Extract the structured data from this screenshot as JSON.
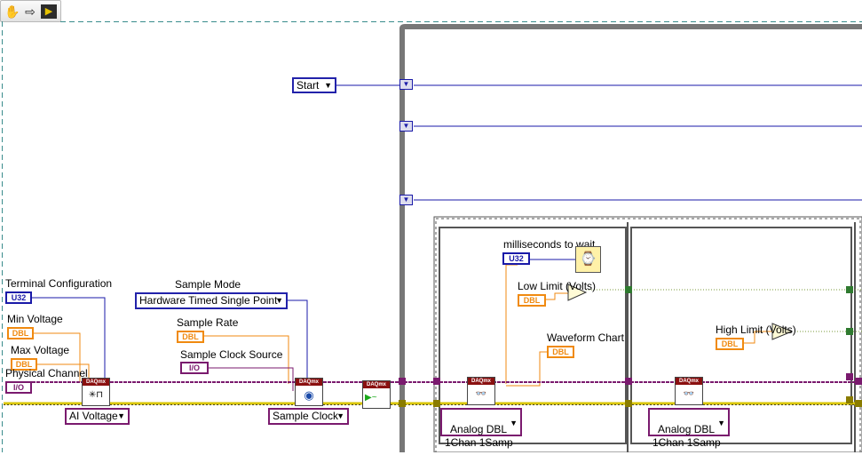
{
  "toolbar": {
    "tools": [
      {
        "name": "hand-tool",
        "glyph": "✋"
      },
      {
        "name": "arrow-tool",
        "glyph": "⇨"
      },
      {
        "name": "run-tool",
        "glyph": "▶"
      }
    ]
  },
  "labels": {
    "terminal_configuration": "Terminal Configuration",
    "min_voltage": "Min Voltage",
    "max_voltage": "Max Voltage",
    "physical_channel": "Physical Channel",
    "sample_mode": "Sample Mode",
    "sample_rate": "Sample Rate",
    "sample_clock_source": "Sample Clock Source",
    "milliseconds_to_wait": "milliseconds to wait",
    "low_limit": "Low Limit (Volts)",
    "high_limit": "High Limit (Volts)",
    "waveform_chart": "Waveform Chart"
  },
  "constants": {
    "u32": "U32",
    "dbl": "DBL",
    "io": "I/O"
  },
  "rings": {
    "start": "Start",
    "hardware_timed": "Hardware Timed Single Point",
    "ai_voltage": "AI Voltage",
    "sample_clock": "Sample Clock",
    "analog_read_1": "Analog DBL\n1Chan 1Samp",
    "analog_read_2": "Analog DBL\n1Chan 1Samp"
  },
  "vi": {
    "header": "DAQmx"
  },
  "colors": {
    "error_wire": "#d8c400",
    "task_wire": "#7a1a6e",
    "enum_wire": "#1a1aa8",
    "dbl_wire": "#f08a10"
  }
}
